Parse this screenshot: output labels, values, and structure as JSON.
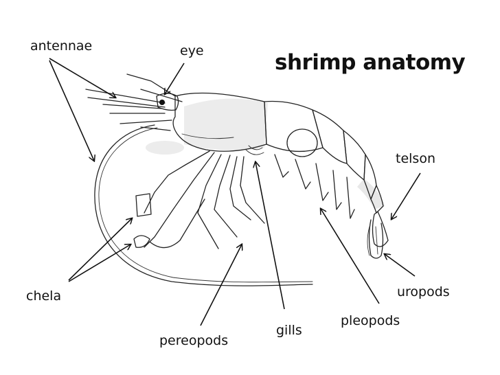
{
  "title": "shrimp anatomy",
  "labels": {
    "antennae": "antennae",
    "eye": "eye",
    "telson": "telson",
    "chela": "chela",
    "uropods": "uropods",
    "pleopods": "pleopods",
    "gills": "gills",
    "pereopods": "pereopods"
  }
}
